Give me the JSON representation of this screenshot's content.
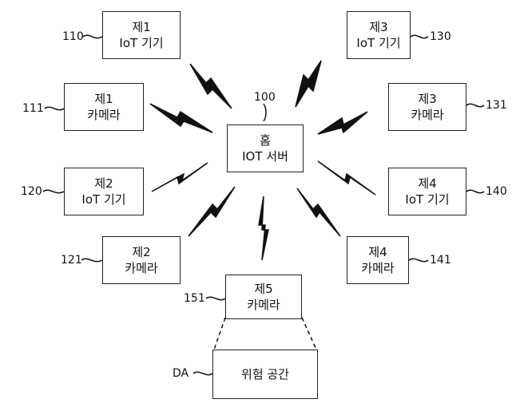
{
  "server": {
    "line1": "홈",
    "line2": "IOT 서버",
    "ref": "100"
  },
  "nodes": [
    {
      "id": "iot1",
      "line1": "제1",
      "line2": "IoT 기기",
      "ref": "110"
    },
    {
      "id": "cam1",
      "line1": "제1",
      "line2": "카메라",
      "ref": "111"
    },
    {
      "id": "iot2",
      "line1": "제2",
      "line2": "IoT 기기",
      "ref": "120"
    },
    {
      "id": "cam2",
      "line1": "제2",
      "line2": "카메라",
      "ref": "121"
    },
    {
      "id": "iot3",
      "line1": "제3",
      "line2": "IoT 기기",
      "ref": "130"
    },
    {
      "id": "cam3",
      "line1": "제3",
      "line2": "카메라",
      "ref": "131"
    },
    {
      "id": "iot4",
      "line1": "제4",
      "line2": "IoT 기기",
      "ref": "140"
    },
    {
      "id": "cam4",
      "line1": "제4",
      "line2": "카메라",
      "ref": "141"
    },
    {
      "id": "cam5",
      "line1": "제5",
      "line2": "카메라",
      "ref": "151"
    }
  ],
  "danger_area": {
    "label": "위험 공간",
    "ref": "DA"
  }
}
